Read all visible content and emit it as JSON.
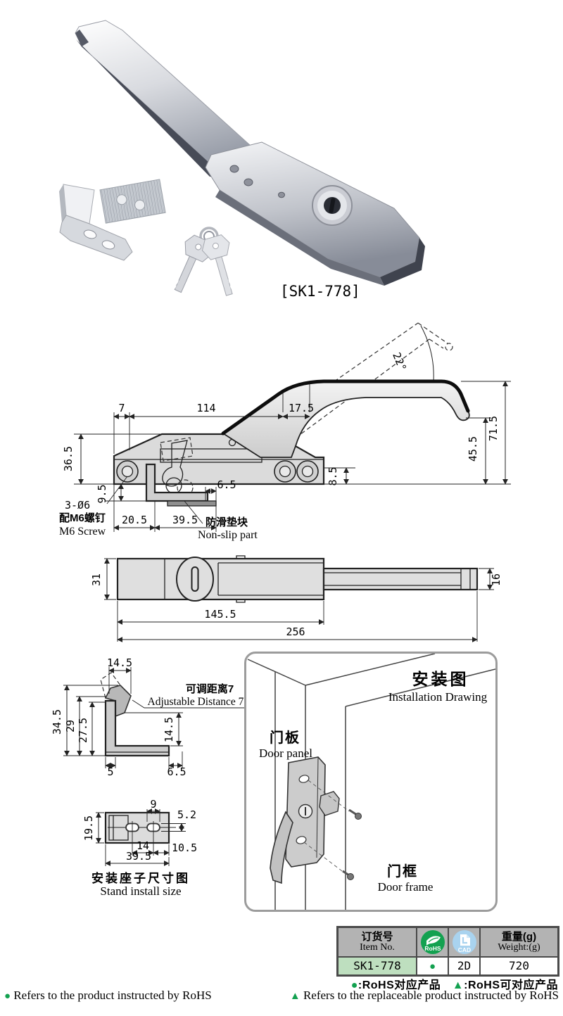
{
  "photo": {
    "caption": "[SK1-778]"
  },
  "side_view": {
    "angle": "22°",
    "d7": "7",
    "d114": "114",
    "d17_5": "17.5",
    "d71_5": "71.5",
    "d45_5": "45.5",
    "d36_5": "36.5",
    "d9_5": "9.5",
    "d8_5": "8.5",
    "d6_5": "6.5",
    "d20_5": "20.5",
    "d39_5": "39.5",
    "screw_qty": "3-Ø6",
    "screw_cn": "配M6螺钉",
    "screw_en": "M6 Screw",
    "nonslip_cn": "防滑垫块",
    "nonslip_en": "Non-slip part"
  },
  "top_view": {
    "d31": "31",
    "d16": "16",
    "d145_5": "145.5",
    "d256": "256"
  },
  "bracket_view": {
    "d14_5_top": "14.5",
    "d34_5": "34.5",
    "d29": "29",
    "d27_5": "27.5",
    "d14_5_side": "14.5",
    "d5": "5",
    "d6_5": "6.5",
    "adjust_cn": "可调距离7",
    "adjust_en": "Adjustable Distance 7"
  },
  "stand_view": {
    "d9": "9",
    "d5_2": "5.2",
    "d19_5": "19.5",
    "d14": "14",
    "d10_5": "10.5",
    "d39_5": "39.5",
    "title_cn": "安装座子尺寸图",
    "title_en": "Stand install size"
  },
  "installation": {
    "title_cn": "安装图",
    "title_en": "Installation Drawing",
    "door_panel_cn": "门板",
    "door_panel_en": "Door panel",
    "door_frame_cn": "门框",
    "door_frame_en": "Door frame"
  },
  "spec_table": {
    "item_header_cn": "订货号",
    "item_header_en": "Item No.",
    "rohs_badge": "RoHS",
    "cad_badge": "CAD",
    "weight_header_cn": "重量(g)",
    "weight_header_en": "Weight:(g)",
    "item_no": "SK1-778",
    "rohs_value": "●",
    "cad_value": "2D",
    "weight_value": "720"
  },
  "footer": {
    "dot": "●",
    "triangle": "▲",
    "legend_dot_cn": ":RoHS对应产品",
    "legend_tri_cn": ":RoHS可对应产品",
    "note_dot_en": "Refers to the product instructed by RoHS",
    "note_tri_en": "Refers to the replaceable product instructed by RoHS"
  },
  "colors": {
    "rohs_green": "#13a150",
    "cad_blue": "#a9d3ef",
    "row_green": "#bedfbf",
    "header_gray": "#b3b3b3",
    "line_dark": "#222222"
  }
}
